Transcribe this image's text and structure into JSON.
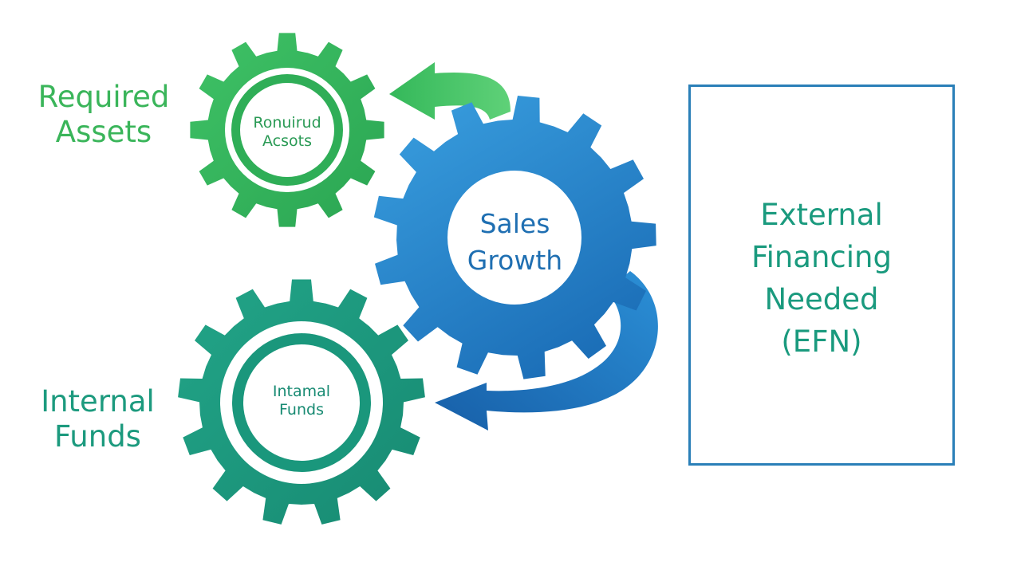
{
  "colors": {
    "green": "#34b85a",
    "green_dark": "#2aa552",
    "blue": "#2f8fd6",
    "blue_dark": "#1f74bf",
    "teal": "#1f9e82",
    "teal_dark": "#178a72",
    "efn_border": "#2a7fb8",
    "efn_text": "#1a9a7e",
    "label_green": "#3ab55a",
    "label_teal": "#1c9a7e"
  },
  "labels": {
    "required_assets": {
      "line1": "Required",
      "line2": "Assets"
    },
    "internal_funds": {
      "line1": "Internal",
      "line2": "Funds"
    }
  },
  "gears": {
    "required_assets": {
      "icon": "gear-icon",
      "line1": "Ronuirud",
      "line2": "Acsots"
    },
    "sales_growth": {
      "icon": "gear-icon",
      "line1": "Sales",
      "line2": "Growth"
    },
    "internal_funds": {
      "icon": "gear-icon",
      "line1": "Intamal",
      "line2": "Funds"
    }
  },
  "arrows": {
    "to_required_assets": {
      "icon": "curved-arrow-left-icon"
    },
    "to_internal_funds": {
      "icon": "curved-arrow-left-icon"
    }
  },
  "efn_box": {
    "line1": "External",
    "line2": "Financing",
    "line3": "Needed",
    "line4": "(EFN)"
  }
}
